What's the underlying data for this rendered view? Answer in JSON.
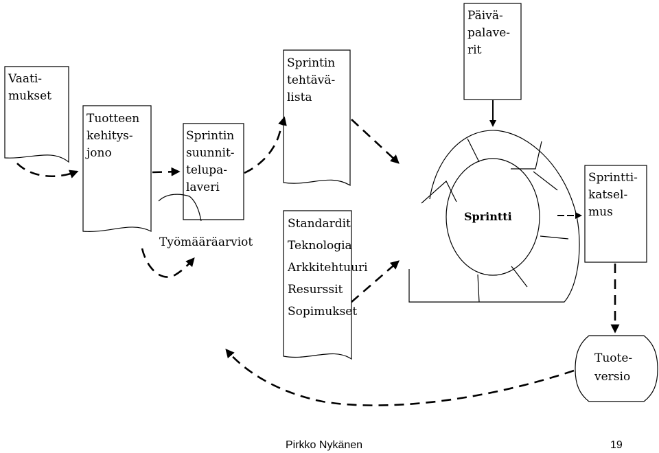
{
  "documents": {
    "requirements": [
      "Vaati-",
      "mukset"
    ],
    "product_backlog": [
      "Tuotteen",
      "kehitys-",
      "jono"
    ],
    "sprint_planning": [
      "Sprintin",
      "suunnit-",
      "telupa-",
      "laveri"
    ],
    "sprint_backlog": [
      "Sprintin",
      "tehtävä-",
      "lista"
    ],
    "constraints": [
      "Standardit",
      "Teknologia",
      "Arkkitehtuuri",
      "Resurssit",
      "Sopimukset"
    ]
  },
  "boxes": {
    "daily_meetings": [
      "Päivä-",
      "palave-",
      "rit"
    ],
    "sprint_review": [
      "Sprintti-",
      "katsel-",
      "mus"
    ],
    "product_version": [
      "Tuote-",
      "versio"
    ]
  },
  "labels": {
    "estimates": "Työmääräarviot",
    "sprint": "Sprintti"
  },
  "footer": {
    "author": "Pirkko Nykänen",
    "page_number": "19"
  }
}
